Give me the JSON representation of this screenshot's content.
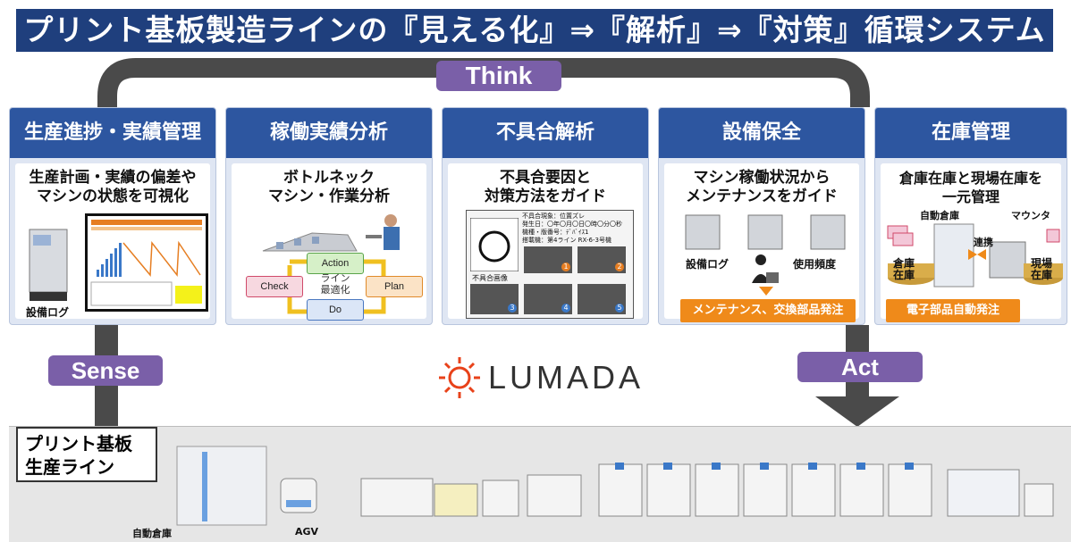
{
  "title": "プリント基板製造ラインの『見える化』⇒『解析』⇒『対策』循環システム",
  "flow": {
    "think": "Think",
    "sense": "Sense",
    "act": "Act"
  },
  "brand": "LUMADA",
  "panels": [
    {
      "title": "生産進捗・実績管理",
      "subtitle": "生産計画・実績の偏差や\nマシンの状態を可視化",
      "log_label": "設備ログ"
    },
    {
      "title": "稼働実績分析",
      "subtitle": "ボトルネック\nマシン・作業分析",
      "pdca": {
        "action": "Action",
        "check": "Check",
        "plan": "Plan",
        "do": "Do",
        "center": "ライン\n最適化"
      }
    },
    {
      "title": "不具合解析",
      "subtitle": "不具合要因と\n対策方法をガイド",
      "doc_text": "不具合現象：位置ズレ\n発生日：〇年〇月〇日〇時〇分〇秒\n機種・版番号：ﾃﾞﾊﾞｲｽ1\n搭載機：第4ライン RX-6-3号機",
      "image_label": "不具合画像",
      "nums": [
        "1",
        "2",
        "3",
        "4",
        "5"
      ]
    },
    {
      "title": "設備保全",
      "subtitle": "マシン稼働状況から\nメンテナンスをガイド",
      "log_label": "設備ログ",
      "freq_label": "使用頻度",
      "tag": "メンテナンス、交換部品発注"
    },
    {
      "title": "在庫管理",
      "subtitle": "倉庫在庫と現場在庫を\n一元管理",
      "warehouse_label": "自動倉庫",
      "mounter_label": "マウンタ",
      "link_label": "連携",
      "stock1": "倉庫\n在庫",
      "stock2": "現場\n在庫",
      "tag": "電子部品自動発注"
    }
  ],
  "production_line": {
    "label": "プリント基板\n生産ライン",
    "warehouse": "自動倉庫",
    "agv": "AGV"
  },
  "colors": {
    "title_bg": "#1f3f7d",
    "panel_head": "#2d56a0",
    "flow_tag": "#7a5fa8",
    "arrow": "#4a4a4a",
    "orange": "#ef8a1a",
    "lumada": "#e8421a"
  }
}
